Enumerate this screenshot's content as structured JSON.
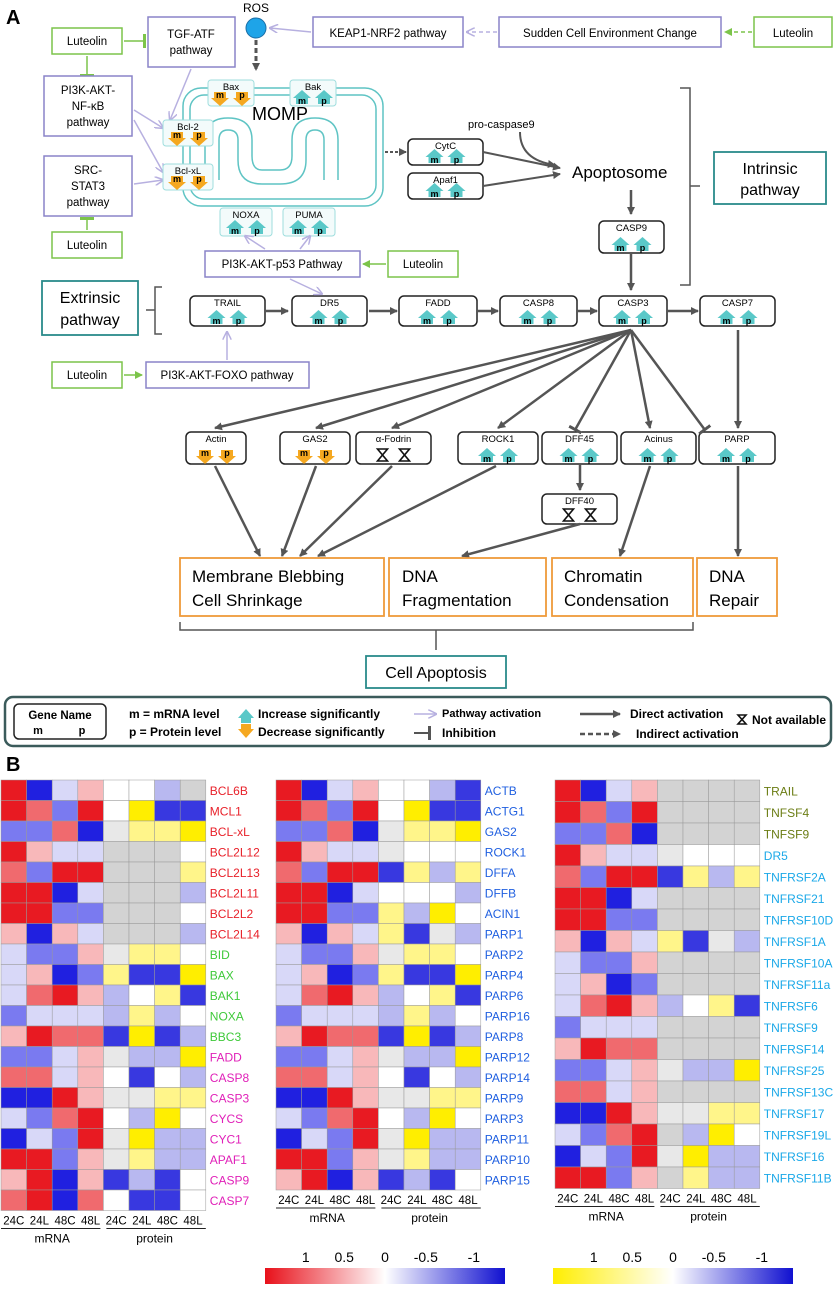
{
  "panel_a": {
    "label": "A",
    "ros": "ROS",
    "momp": "MOMP",
    "pro_caspase9": "pro-caspase9",
    "apoptosome": "Apoptosome",
    "intrinsic": "Intrinsic\npathway",
    "extrinsic": "Extrinsic\npathway",
    "cell_apoptosis": "Cell Apoptosis",
    "pathways": {
      "keap1": "KEAP1-NRF2 pathway",
      "sudden": "Sudden Cell Environment Change",
      "tgf": "TGF-ATF\npathway",
      "pi3k_nfkb": "PI3K-AKT-\nNF-κB\npathway",
      "src": "SRC-\nSTAT3\npathway",
      "p53": "PI3K-AKT-p53 Pathway",
      "foxo": "PI3K-AKT-FOXO pathway"
    },
    "luteolin": "Luteolin",
    "genes": {
      "bax": "Bax",
      "bak": "Bak",
      "bcl2": "Bcl-2",
      "bclxl": "Bcl-xL",
      "noxa": "NOXA",
      "puma": "PUMA",
      "cytc": "CytC",
      "apaf1": "Apaf1",
      "casp9": "CASP9",
      "trail": "TRAIL",
      "dr5": "DR5",
      "fadd": "FADD",
      "casp8": "CASP8",
      "casp3": "CASP3",
      "casp7": "CASP7",
      "actin": "Actin",
      "gas2": "GAS2",
      "fodrin": "α-Fodrin",
      "rock1": "ROCK1",
      "dff45": "DFF45",
      "acinus": "Acinus",
      "parp": "PARP",
      "dff40": "DFF40"
    },
    "outcomes": {
      "membrane": "Membrane Blebbing\nCell Shrinkage",
      "dna_frag": "DNA\nFragmentation",
      "chromatin": "Chromatin\nCondensation",
      "dna_repair": "DNA\nRepair"
    },
    "legend": {
      "gene_name": "Gene Name",
      "m": "m",
      "p": "p",
      "m_def": "m = mRNA level",
      "p_def": "p = Protein level",
      "increase": "Increase significantly",
      "decrease": "Decrease significantly",
      "pathway_activation": "Pathway activation",
      "inhibition": "Inhibition",
      "direct": "Direct activation",
      "indirect": "Indirect activation",
      "not_available": "Not available"
    }
  },
  "panel_b": {
    "label": "B",
    "conditions": [
      "24C",
      "24L",
      "48C",
      "48L"
    ],
    "mrna_label": "mRNA",
    "protein_label": "protein",
    "scale1": {
      "labels": [
        "1",
        "0.5",
        "0",
        "-0.5",
        "-1"
      ]
    },
    "scale2": {
      "labels": [
        "1",
        "0.5",
        "0",
        "-0.5",
        "-1"
      ]
    },
    "heatmap1": {
      "genes": [
        "BCL6B",
        "MCL1",
        "BCL-xL",
        "BCL2L12",
        "BCL2L13",
        "BCL2L11",
        "BCL2L2",
        "BCL2L14",
        "BID",
        "BAX",
        "BAK1",
        "NOXA",
        "BBC3",
        "FADD",
        "CASP8",
        "CASP3",
        "CYCS",
        "CYC1",
        "APAF1",
        "CASP9",
        "CASP7"
      ],
      "gene_colors": [
        "#e8212a",
        "#e8212a",
        "#e8212a",
        "#e8212a",
        "#e8212a",
        "#e8212a",
        "#e8212a",
        "#e8212a",
        "#3fc93a",
        "#3fc93a",
        "#3fc93a",
        "#3fc93a",
        "#3fc93a",
        "#e020b8",
        "#e020b8",
        "#e020b8",
        "#e020b8",
        "#e020b8",
        "#e020b8",
        "#e020b8",
        "#e020b8"
      ]
    },
    "heatmap2": {
      "genes": [
        "ACTB",
        "ACTG1",
        "GAS2",
        "ROCK1",
        "DFFA",
        "DFFB",
        "ACIN1",
        "PARP1",
        "PARP2",
        "PARP4",
        "PARP6",
        "PARP16",
        "PARP8",
        "PARP12",
        "PARP14",
        "PARP9",
        "PARP3",
        "PARP11",
        "PARP10",
        "PARP15"
      ],
      "gene_color": "#1f5fe0"
    },
    "heatmap3": {
      "genes": [
        "TRAIL",
        "TNFSF4",
        "TNFSF9",
        "DR5",
        "TNFRSF2A",
        "TNFRSF21",
        "TNFRSF10D",
        "TNFRSF1A",
        "TNFRSF10A",
        "TNFRSF11a",
        "TNFRSF6",
        "TNFRSF9",
        "TNFRSF14",
        "TNFRSF25",
        "TNFRSF13C",
        "TNFRSF17",
        "TNFRSF19L",
        "TNFRSF16",
        "TNFRSF11B"
      ],
      "gene_colors": [
        "#6b7d14",
        "#6b7d14",
        "#6b7d14",
        "#1aa8e8",
        "#1aa8e8",
        "#1aa8e8",
        "#1aa8e8",
        "#1aa8e8",
        "#1aa8e8",
        "#1aa8e8",
        "#1aa8e8",
        "#1aa8e8",
        "#1aa8e8",
        "#1aa8e8",
        "#1aa8e8",
        "#1aa8e8",
        "#1aa8e8",
        "#1aa8e8",
        "#1aa8e8"
      ]
    }
  }
}
